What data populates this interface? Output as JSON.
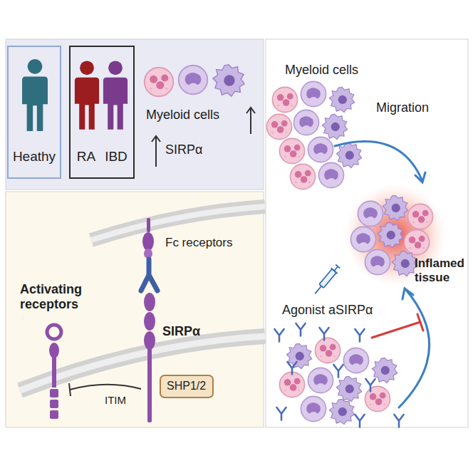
{
  "diagram": {
    "nodes": [
      {
        "text": [
          "Heathy"
        ]
      },
      {
        "text": [
          "RA",
          "IBD"
        ]
      },
      {
        "text": [
          "SHP1/2"
        ]
      }
    ],
    "labels": [
      "Myeloid cells",
      "SIRPα",
      "Fc receptors",
      "SIRPα",
      "Activating receptors",
      "ITIM",
      "Myeloid cells",
      "Migration",
      "Inflamed tissue",
      "Agonist aSIRPα"
    ]
  }
}
